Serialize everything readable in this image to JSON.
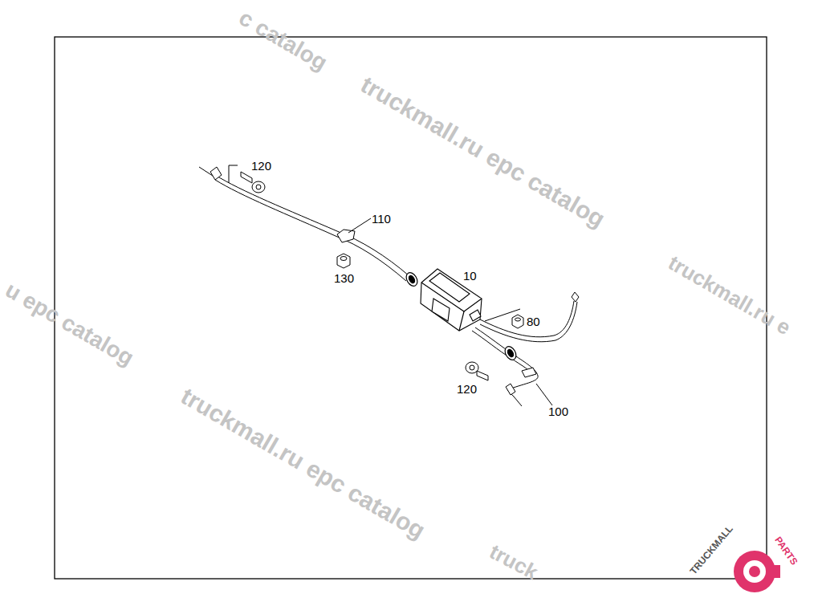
{
  "diagram": {
    "labels": [
      "120",
      "110",
      "130",
      "10",
      "80",
      "120",
      "100",
      "c catalog",
      "truckmall.ru epc catalog",
      "truckmall.ru e",
      "u epc catalog",
      "truckmall.ru epc catalog",
      "truck",
      "TRUCKMALL",
      "PARTS"
    ]
  }
}
